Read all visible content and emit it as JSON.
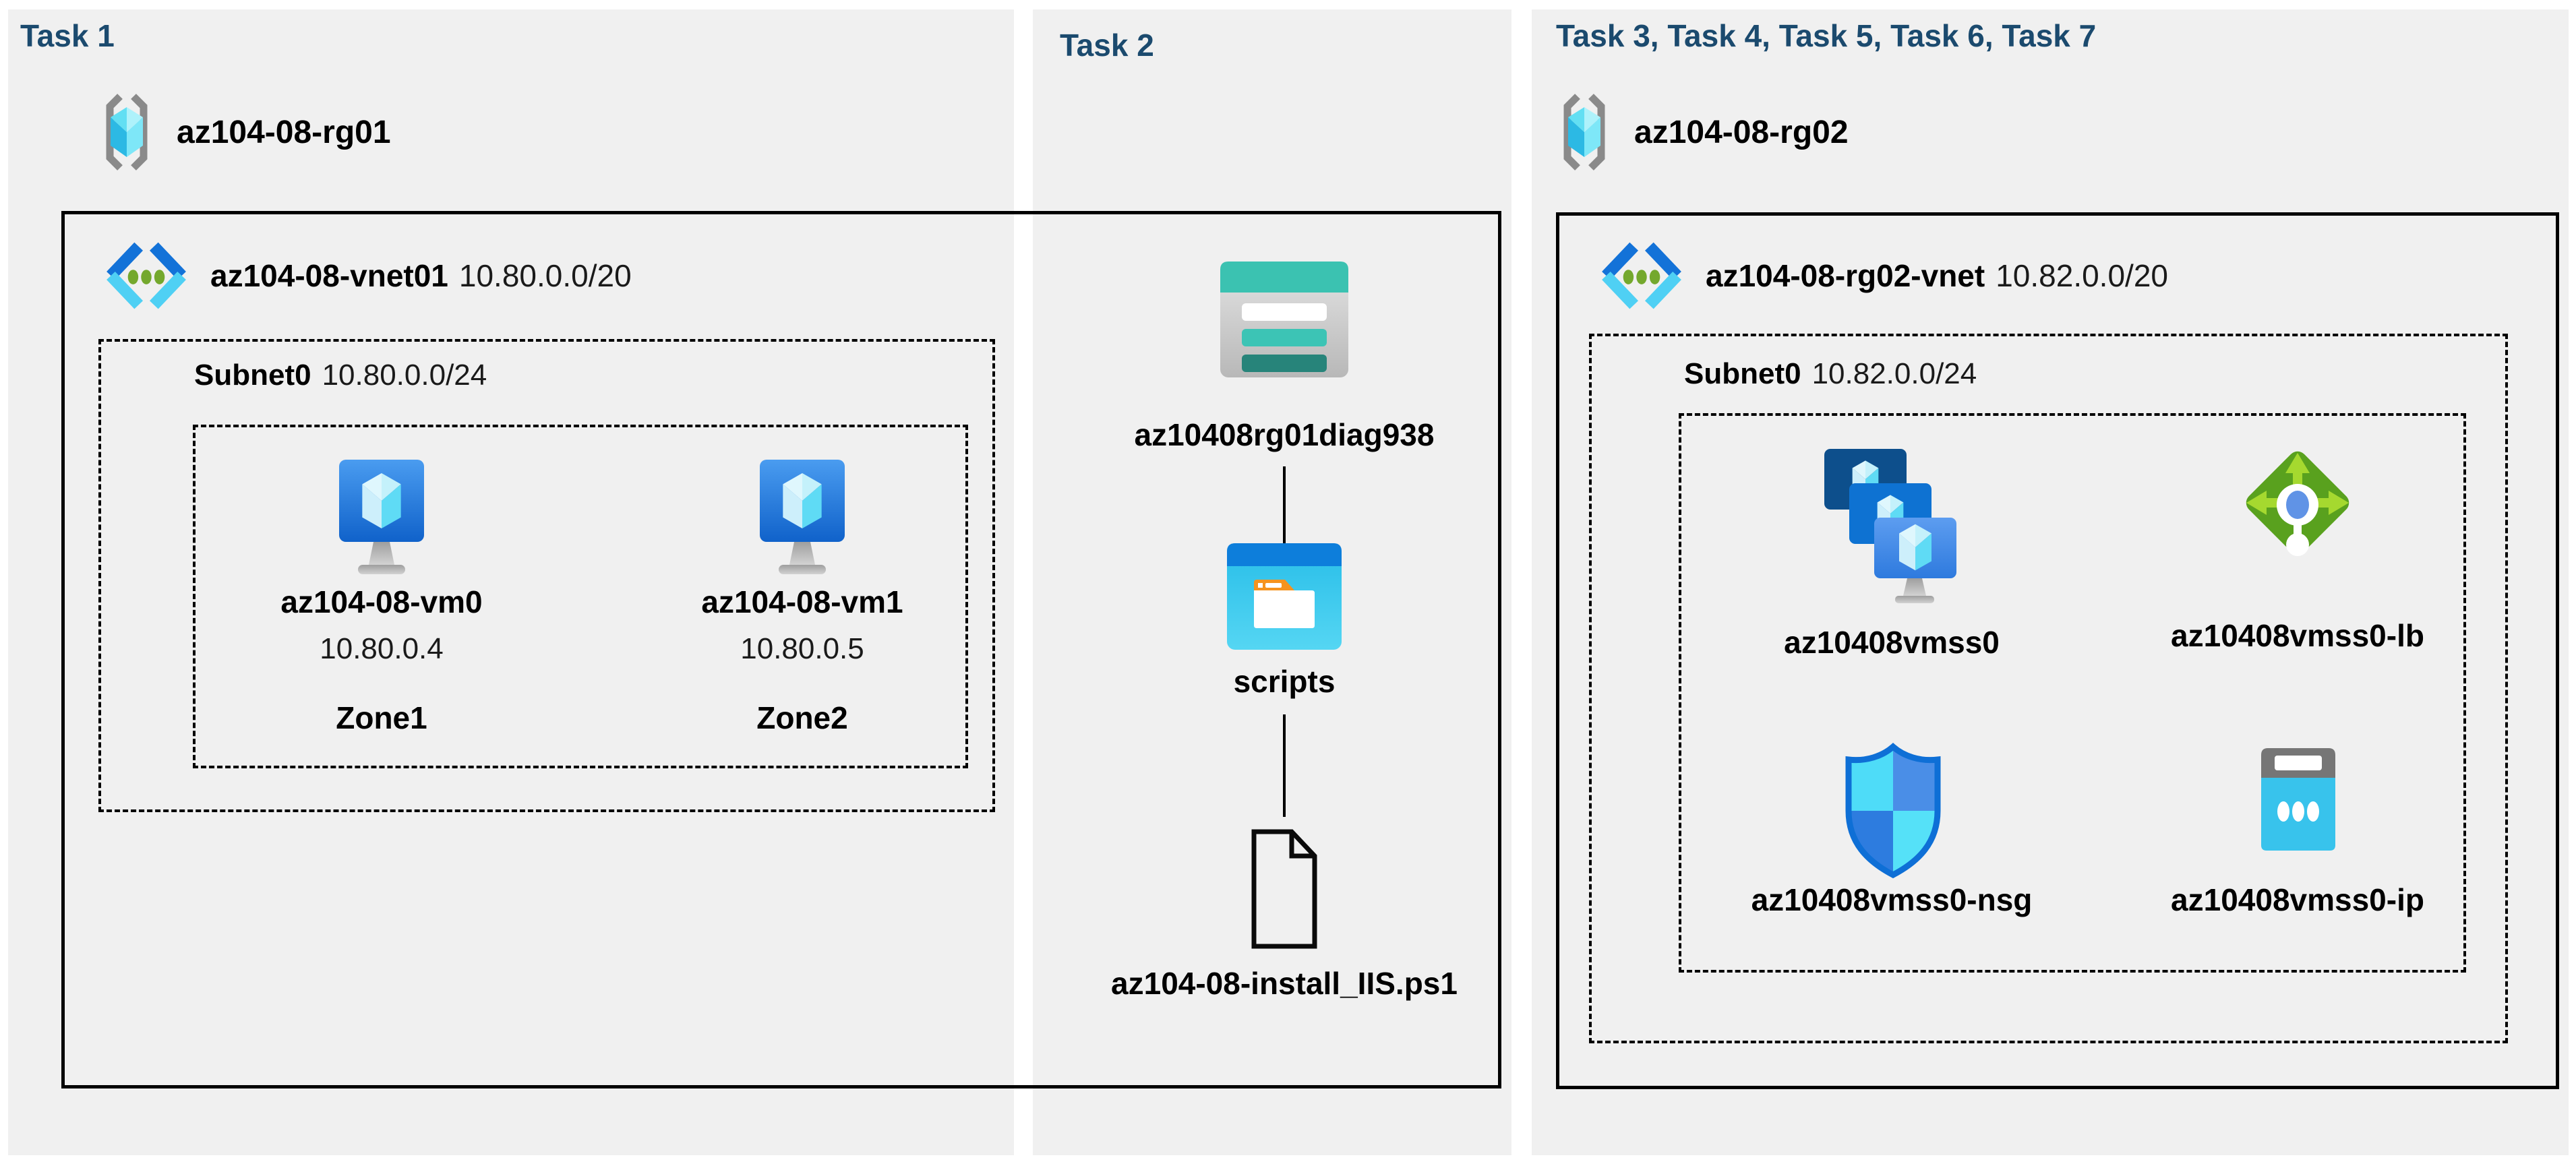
{
  "colors": {
    "page_bg": "#ffffff",
    "panel_bg": "#f0f0f0",
    "title_navy": "#1b4a6e",
    "label_black": "#000000",
    "storage_teal": "#3bc2b1",
    "storage_stripe_teal": "#3cc4b5",
    "storage_stripe_dark_teal": "#27847a",
    "folder_header_blue": "#0d7edb",
    "folder_tab_orange": "#f5931f",
    "vm_screen_top": "#4a9cf0",
    "vm_screen_bottom": "#1062ca",
    "cube_cyan": "#5fdbf5",
    "vmss_navy": "#0d4f8c",
    "vmss_blue": "#0e72d2",
    "lb_green": "#59a11e",
    "lb_arrow_green": "#a5d92f",
    "lb_dot_blue": "#6093e6",
    "nsg_outline_blue": "#0e6fd6",
    "ip_gray": "#767676",
    "ip_cyan": "#38c3ec",
    "vnet_chevron_blue": "#1372d8",
    "vnet_chevron_cyan": "#4fd0f4",
    "vnet_dot_green": "#74a82d",
    "rg_bracket_gray": "#8a8a8a"
  },
  "task1": {
    "title": "Task 1",
    "resource_group": "az104-08-rg01",
    "vnet_name": "az104-08-vnet01",
    "vnet_cidr": "10.80.0.0/20",
    "subnet_name": "Subnet0",
    "subnet_cidr": "10.80.0.0/24",
    "vms": [
      {
        "name": "az104-08-vm0",
        "ip": "10.80.0.4",
        "zone": "Zone1"
      },
      {
        "name": "az104-08-vm1",
        "ip": "10.80.0.5",
        "zone": "Zone2"
      }
    ]
  },
  "task2": {
    "title": "Task 2",
    "storage_account": "az10408rg01diag938",
    "container": "scripts",
    "script_file": "az104-08-install_IIS.ps1"
  },
  "task3": {
    "title": "Task 3, Task 4, Task 5, Task 6, Task 7",
    "resource_group": "az104-08-rg02",
    "vnet_name": "az104-08-rg02-vnet",
    "vnet_cidr": "10.82.0.0/20",
    "subnet_name": "Subnet0",
    "subnet_cidr": "10.82.0.0/24",
    "resources": [
      {
        "name": "az10408vmss0",
        "type": "virtual-machine-scale-set"
      },
      {
        "name": "az10408vmss0-lb",
        "type": "load-balancer"
      },
      {
        "name": "az10408vmss0-nsg",
        "type": "network-security-group"
      },
      {
        "name": "az10408vmss0-ip",
        "type": "public-ip"
      }
    ]
  }
}
